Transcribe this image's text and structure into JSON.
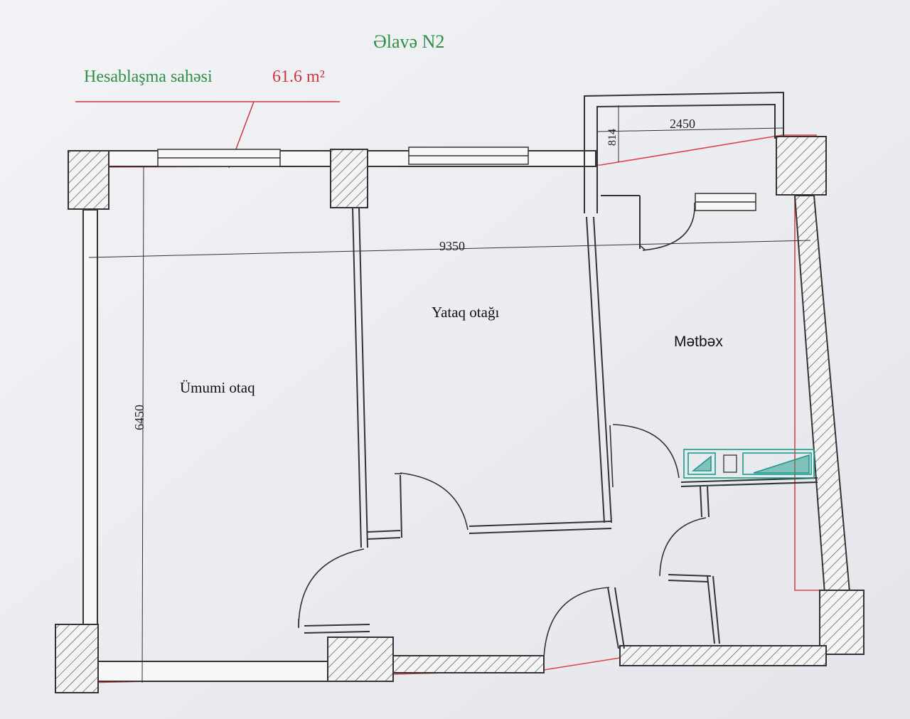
{
  "header": {
    "title": "Əlavə  N2",
    "area_label": "Hesablaşma sahəsi",
    "area_value": "61.6 m²"
  },
  "rooms": {
    "living": "Ümumi otaq",
    "bedroom": "Yataq otağı",
    "kitchen": "Mətbəx"
  },
  "dimensions": {
    "total_width": "9350",
    "height": "6450",
    "balcony_width": "2450",
    "balcony_depth": "814"
  },
  "colors": {
    "text_green": "#2f8f46",
    "wall_line": "#333333",
    "red_outline": "#e0404a",
    "teal_fixture": "#1a9a8a"
  }
}
